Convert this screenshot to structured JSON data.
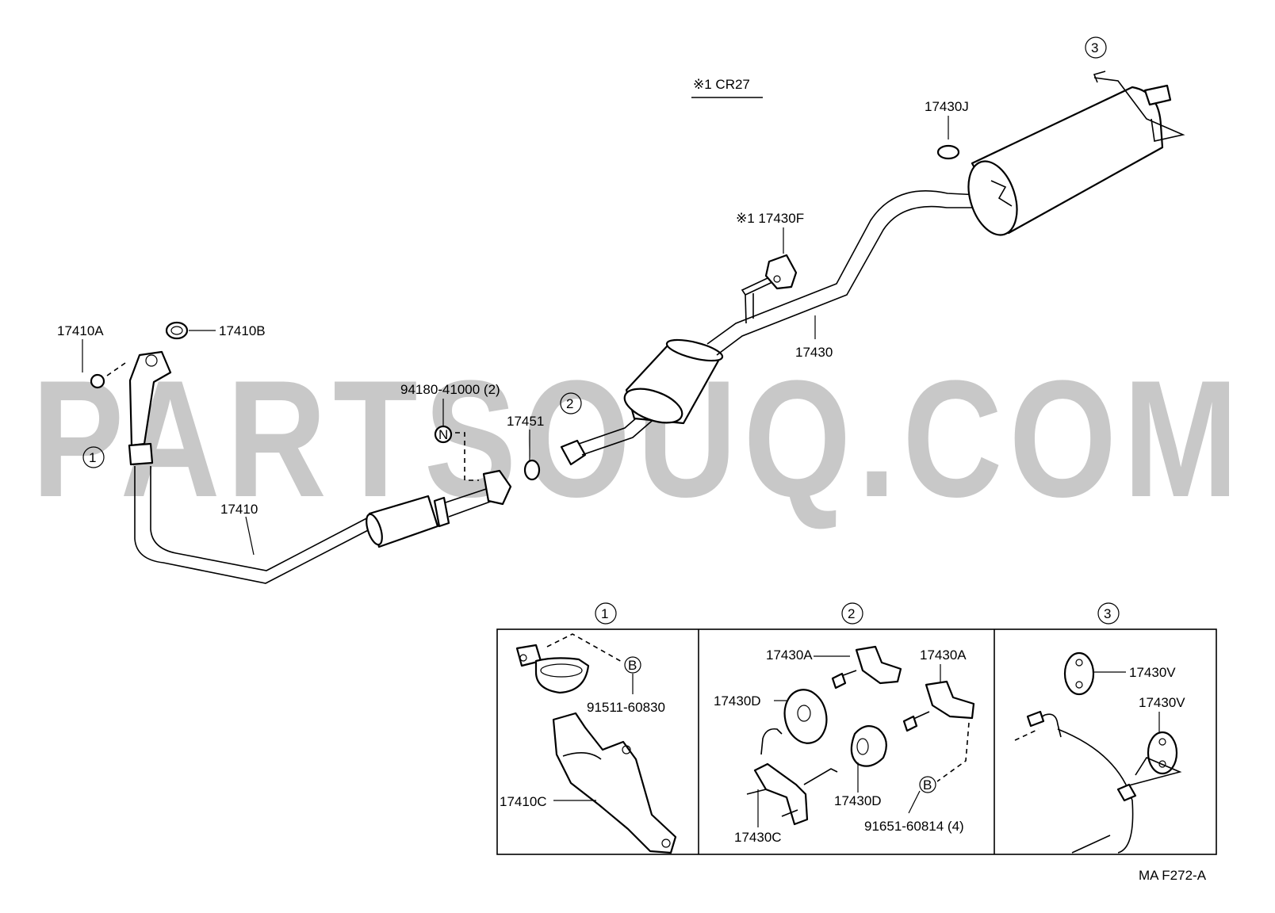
{
  "note": {
    "text": "※1 CR27"
  },
  "watermark": {
    "text": "PARTSOUQ.COM",
    "color": "#c8c8c8"
  },
  "labels": {
    "p17410A": "17410A",
    "p17410B": "17410B",
    "p17410": "17410",
    "p94180": "94180-41000 (2)",
    "p17451": "17451",
    "p17430": "17430",
    "p17430F": "※1 17430F",
    "p17430J": "17430J",
    "p91511": "91511-60830",
    "p17410C": "17410C",
    "p17430A_1": "17430A",
    "p17430A_2": "17430A",
    "p17430D_1": "17430D",
    "p17430D_2": "17430D",
    "p17430C": "17430C",
    "p91651": "91651-60814 (4)",
    "p17430V_1": "17430V",
    "p17430V_2": "17430V"
  },
  "callouts": {
    "c1": "1",
    "c2": "2",
    "c3": "3",
    "inset1": "1",
    "inset2": "2",
    "inset3": "3"
  },
  "symbols": {
    "n_mark": "N",
    "b_mark_1": "B",
    "b_mark_2": "B"
  },
  "figure_code": "MA F272-A"
}
